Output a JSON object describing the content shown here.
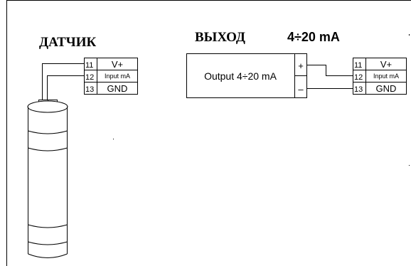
{
  "labels": {
    "sensor": "ДАТЧИК",
    "output": "ВЫХОД",
    "range": "4÷20 mA"
  },
  "sensor_terminal": {
    "rows": [
      {
        "num": "11",
        "label": "V+"
      },
      {
        "num": "12",
        "label": "Input mA"
      },
      {
        "num": "13",
        "label": "GND"
      }
    ]
  },
  "output_terminal": {
    "rows": [
      {
        "num": "11",
        "label": "V+"
      },
      {
        "num": "12",
        "label": "Input mA"
      },
      {
        "num": "13",
        "label": "GND"
      }
    ]
  },
  "output_module": {
    "label": "Output 4÷20 mA",
    "plus": "+",
    "minus": "–"
  },
  "sensor_probe": {
    "plus": "+",
    "minus": "–"
  }
}
